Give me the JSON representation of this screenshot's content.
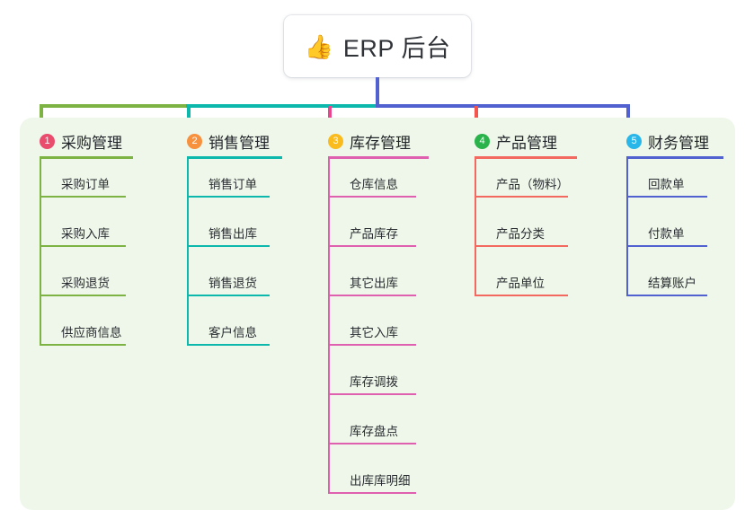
{
  "root": {
    "icon": "thumbs-up-icon",
    "emoji": "👍",
    "title": "ERP 后台"
  },
  "colors": {
    "panel_bg": "#eff7ea",
    "page_bg": "#ffffff",
    "trunk": "#5261d0",
    "segment_green": "#7cb342",
    "segment_teal": "#0cb8ab",
    "segment_blue": "#5261d0",
    "badge_1": "#ea4c6d",
    "badge_2": "#f7913d",
    "badge_3": "#f9bb1e",
    "badge_4": "#29b34a",
    "badge_5": "#29b6e8",
    "rule_1": "#7cb342",
    "rule_2": "#0cb8ab",
    "rule_3": "#e060b0",
    "rule_4": "#f4695f",
    "rule_5": "#5261d0",
    "stub_1": "#7cb342",
    "stub_2": "#0cb8ab",
    "stub_3": "#e8468f",
    "stub_4": "#f4564f",
    "stub_5": "#5261d0"
  },
  "columns": [
    {
      "number": "1",
      "title": "采购管理",
      "badge_color": "#ea4c6d",
      "line_color": "#7cb342",
      "leaves": [
        {
          "label": "采购订单"
        },
        {
          "label": "采购入库"
        },
        {
          "label": "采购退货"
        },
        {
          "label": "供应商信息"
        }
      ]
    },
    {
      "number": "2",
      "title": "销售管理",
      "badge_color": "#f7913d",
      "line_color": "#0cb8ab",
      "leaves": [
        {
          "label": "销售订单"
        },
        {
          "label": "销售出库"
        },
        {
          "label": "销售退货"
        },
        {
          "label": "客户信息"
        }
      ]
    },
    {
      "number": "3",
      "title": "库存管理",
      "badge_color": "#f9bb1e",
      "line_color": "#e060b0",
      "leaves": [
        {
          "label": "仓库信息"
        },
        {
          "label": "产品库存"
        },
        {
          "label": "其它出库"
        },
        {
          "label": "其它入库"
        },
        {
          "label": "库存调拨"
        },
        {
          "label": "库存盘点"
        },
        {
          "label": "出库库明细"
        }
      ]
    },
    {
      "number": "4",
      "title": "产品管理",
      "badge_color": "#29b34a",
      "line_color": "#f4695f",
      "leaves": [
        {
          "label": "产品（物料）"
        },
        {
          "label": "产品分类"
        },
        {
          "label": "产品单位"
        }
      ]
    },
    {
      "number": "5",
      "title": "财务管理",
      "badge_color": "#29b6e8",
      "line_color": "#5261d0",
      "leaves": [
        {
          "label": "回款单"
        },
        {
          "label": "付款单"
        },
        {
          "label": "结算账户"
        }
      ]
    }
  ]
}
